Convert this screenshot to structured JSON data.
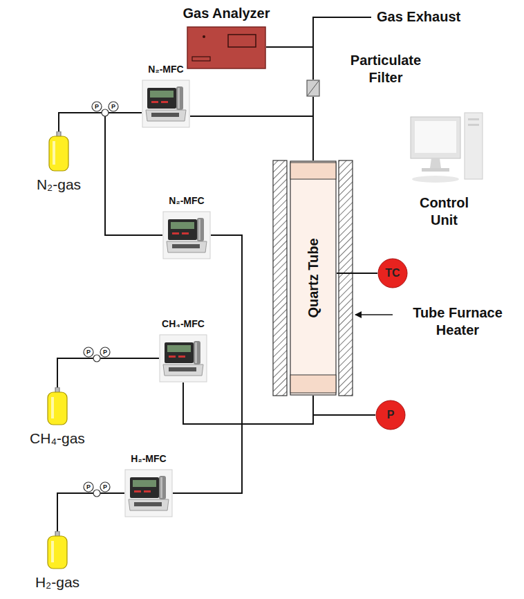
{
  "diagram": {
    "nodes": [
      {
        "text": [
          "Gas Analyzer"
        ]
      },
      {
        "text": [
          "N₂-gas"
        ]
      },
      {
        "text": [
          "N₂-MFC"
        ]
      },
      {
        "text": [
          "Particulate Filter"
        ]
      },
      {
        "text": [
          "Control Unit"
        ]
      },
      {
        "text": [
          "N₂-MFC"
        ]
      },
      {
        "text": [
          "Quartz Tube"
        ]
      },
      {
        "text": [
          "TC"
        ]
      },
      {
        "text": [
          "CH₄-MFC"
        ]
      },
      {
        "text": [
          "CH₄-gas"
        ]
      },
      {
        "text": [
          "P"
        ]
      },
      {
        "text": [
          "H₂-MFC"
        ]
      },
      {
        "text": [
          "H₂-gas"
        ]
      }
    ],
    "edges": [
      {
        "from": 1,
        "to": 2,
        "arrow": "none"
      },
      {
        "from": 1,
        "to": 5,
        "arrow": "none"
      },
      {
        "from": 2,
        "to": 3,
        "arrow": "none"
      },
      {
        "from": 6,
        "to": 3,
        "arrow": "none"
      },
      {
        "from": 3,
        "to": 0,
        "arrow": "none"
      },
      {
        "from": 5,
        "to": 6,
        "arrow": "none"
      },
      {
        "from": 9,
        "to": 8,
        "arrow": "none"
      },
      {
        "from": 8,
        "to": 6,
        "arrow": "none"
      },
      {
        "from": 12,
        "to": 11,
        "arrow": "none"
      },
      {
        "from": 11,
        "to": 6,
        "arrow": "none"
      },
      {
        "from": 7,
        "to": 6,
        "arrow": "none"
      },
      {
        "from": 10,
        "to": 6,
        "arrow": "none"
      }
    ],
    "labels": [
      "Gas Exhaust",
      "Tube Furnace Heater",
      "P",
      "P",
      "P",
      "P",
      "P",
      "P"
    ]
  }
}
